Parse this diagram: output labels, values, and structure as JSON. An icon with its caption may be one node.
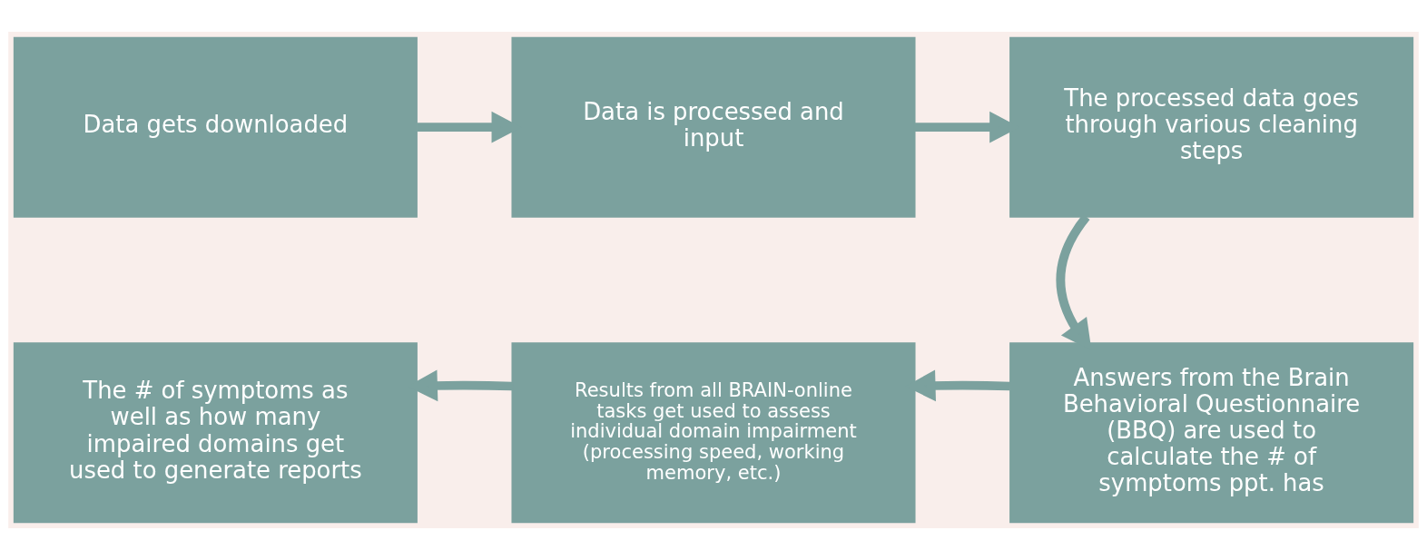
{
  "diagram": {
    "nodes": [
      {
        "text": [
          "Data gets downloaded"
        ]
      },
      {
        "text": [
          "Data is processed and input"
        ]
      },
      {
        "text": [
          "The processed data goes through various cleaning steps"
        ]
      },
      {
        "text": [
          "Answers from the Brain Behavioral Questionnaire (BBQ) are used to calculate the # of symptoms ppt. has"
        ]
      },
      {
        "text": [
          "Results from all BRAIN-online tasks get used to assess individual domain impairment (processing speed, working memory, etc.)"
        ]
      },
      {
        "text": [
          "The # of symptoms as well as how many impaired domains get used to generate reports"
        ]
      }
    ],
    "edges": [
      {
        "from": 0,
        "to": 1,
        "arrow": "to"
      },
      {
        "from": 1,
        "to": 2,
        "arrow": "to"
      },
      {
        "from": 2,
        "to": 3,
        "arrow": "to"
      },
      {
        "from": 3,
        "to": 4,
        "arrow": "to"
      },
      {
        "from": 4,
        "to": 5,
        "arrow": "to"
      }
    ]
  }
}
